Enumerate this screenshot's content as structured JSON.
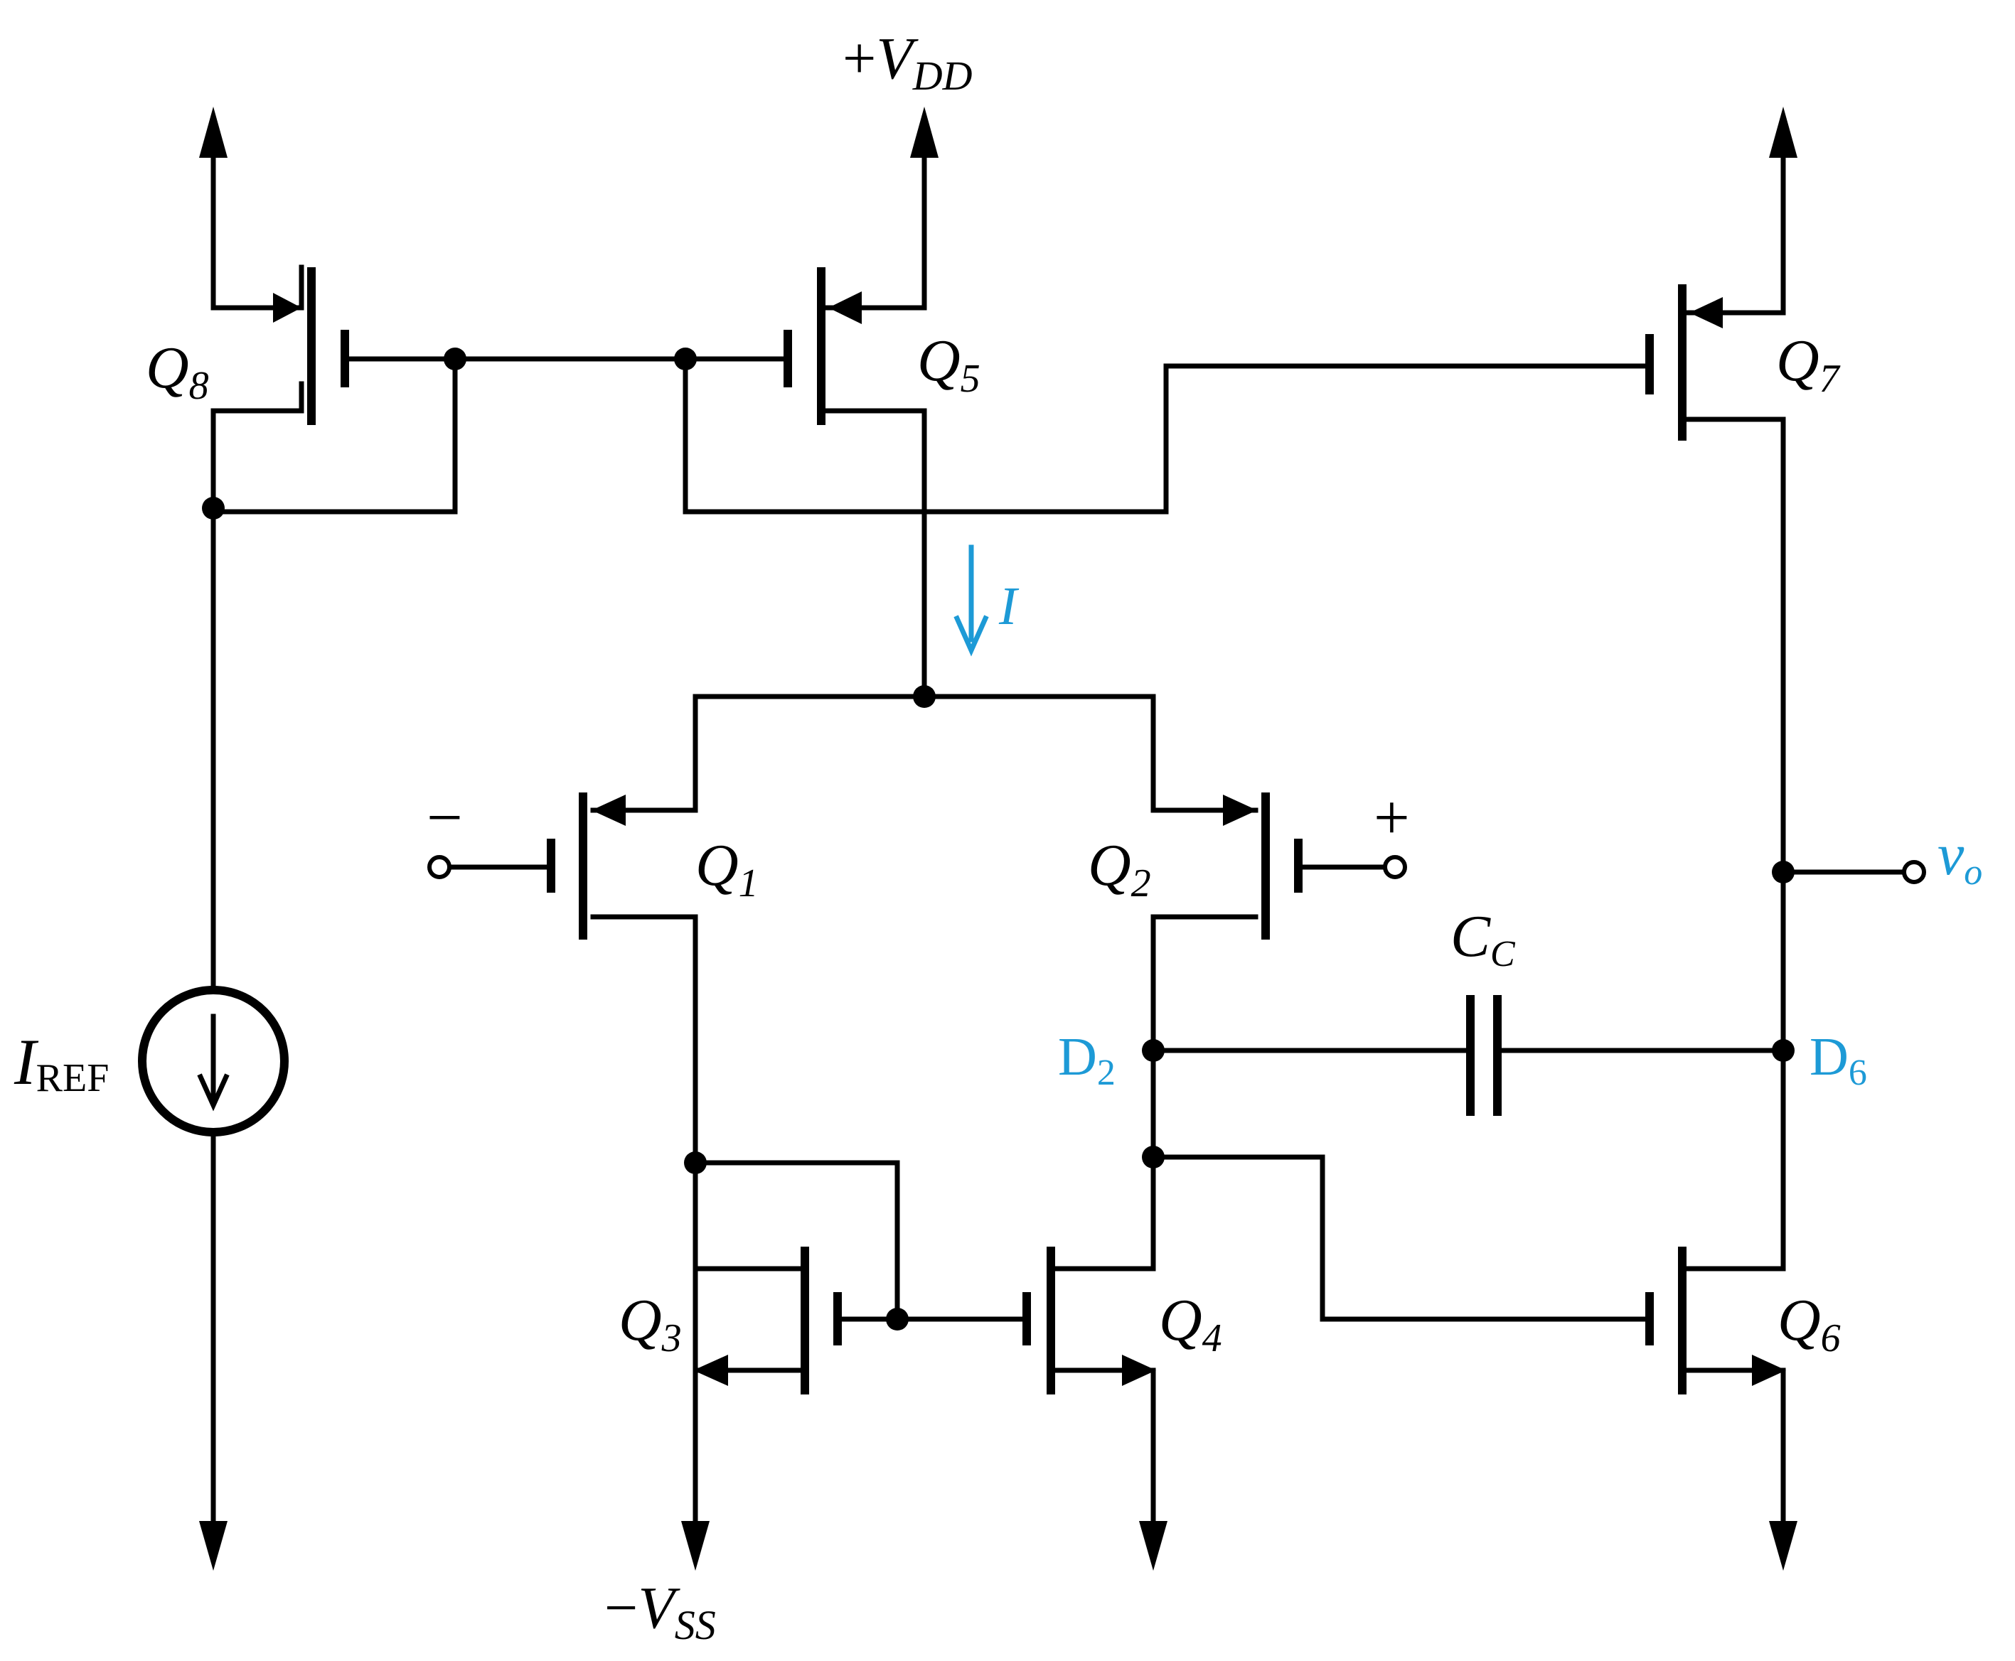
{
  "colors": {
    "wire": "#000000",
    "annotation": "#1d9ad6",
    "background": "#ffffff"
  },
  "supply": {
    "vdd": {
      "sign": "+",
      "base": "V",
      "sub": "DD"
    },
    "vss": {
      "sign": "−",
      "base": "V",
      "sub": "SS"
    }
  },
  "transistors": {
    "q1": {
      "base": "Q",
      "sub": "1"
    },
    "q2": {
      "base": "Q",
      "sub": "2"
    },
    "q3": {
      "base": "Q",
      "sub": "3"
    },
    "q4": {
      "base": "Q",
      "sub": "4"
    },
    "q5": {
      "base": "Q",
      "sub": "5"
    },
    "q6": {
      "base": "Q",
      "sub": "6"
    },
    "q7": {
      "base": "Q",
      "sub": "7"
    },
    "q8": {
      "base": "Q",
      "sub": "8"
    }
  },
  "current": {
    "label": "I"
  },
  "iref": {
    "base": "I",
    "sub": "REF"
  },
  "inputs": {
    "inverting": "−",
    "noninverting": "+"
  },
  "nodes": {
    "d2": {
      "base": "D",
      "sub": "2"
    },
    "d6": {
      "base": "D",
      "sub": "6"
    }
  },
  "capacitor": {
    "base": "C",
    "sub": "C"
  },
  "output": {
    "base": "v",
    "sub": "o"
  }
}
